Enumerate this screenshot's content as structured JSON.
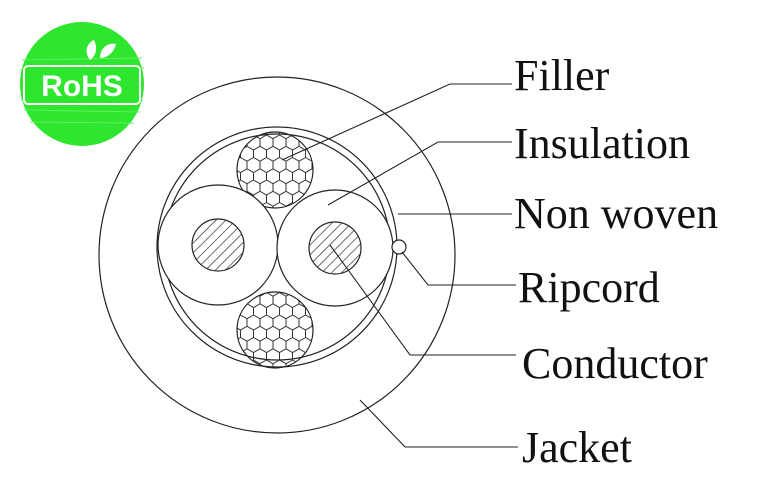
{
  "badge": {
    "text": "RoHS",
    "color": "#2ee62e",
    "icon": "leaf-icon"
  },
  "labels": [
    {
      "id": "filler",
      "text": "Filler"
    },
    {
      "id": "insulation",
      "text": "Insulation"
    },
    {
      "id": "non-woven",
      "text": "Non woven"
    },
    {
      "id": "ripcord",
      "text": "Ripcord"
    },
    {
      "id": "conductor",
      "text": "Conductor"
    },
    {
      "id": "jacket",
      "text": "Jacket"
    }
  ],
  "colors": {
    "line": "#222222",
    "background": "#ffffff"
  }
}
